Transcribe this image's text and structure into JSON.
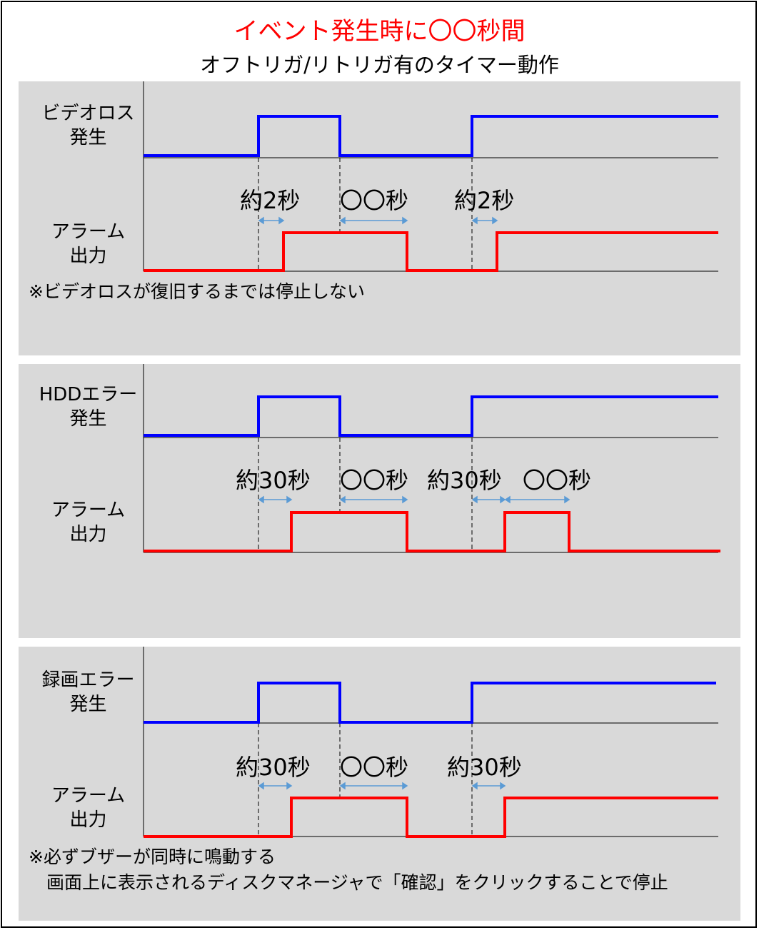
{
  "title": {
    "main": "イベント発生時に〇〇秒間",
    "sub": "オフトリガ/リトリガ有のタイマー動作"
  },
  "colors": {
    "event": "#0000ff",
    "alarm": "#ff0000",
    "arrow": "#5b9bd5",
    "panel": "#d9d9d9"
  },
  "panels": [
    {
      "event_label": [
        "ビデオロス",
        "発生"
      ],
      "alarm_label": [
        "アラーム",
        "出力"
      ],
      "annotations": [
        "約2秒",
        "〇〇秒",
        "約2秒"
      ],
      "notes": [
        "※ビデオロスが復旧するまでは停止しない"
      ]
    },
    {
      "event_label": [
        "HDDエラー",
        "発生"
      ],
      "alarm_label": [
        "アラーム",
        "出力"
      ],
      "annotations": [
        "約30秒",
        "〇〇秒",
        "約30秒",
        "〇〇秒"
      ],
      "notes": []
    },
    {
      "event_label": [
        "録画エラー",
        "発生"
      ],
      "alarm_label": [
        "アラーム",
        "出力"
      ],
      "annotations": [
        "約30秒",
        "〇〇秒",
        "約30秒"
      ],
      "notes": [
        "※必ずブザーが同時に鳴動する",
        "　画面上に表示されるディスクマネージャで「確認」をクリックすることで停止"
      ]
    }
  ]
}
